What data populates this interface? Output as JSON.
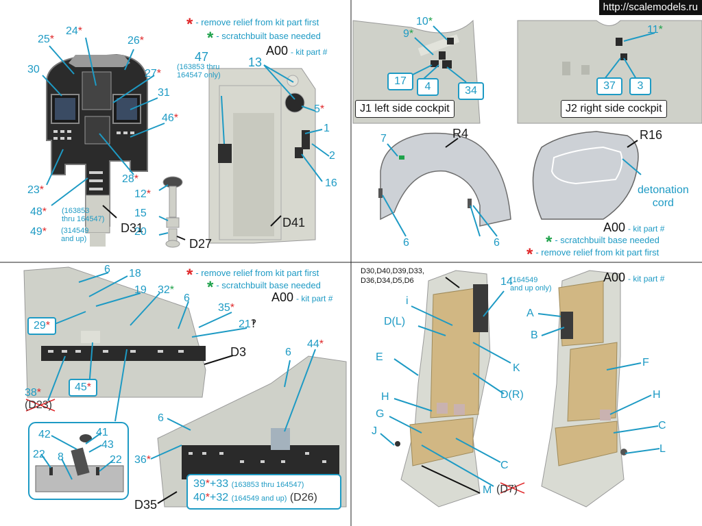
{
  "watermark": "http://scalemodels.ru",
  "legend": {
    "remove_relief": "- remove relief from kit part first",
    "scratchbuilt": "- scratchbuilt base needed",
    "kit_code": "A00",
    "kit_part": "- kit part #"
  },
  "q1": {
    "l24": "24",
    "l25": "25",
    "l26": "26",
    "l30": "30",
    "l27": "27",
    "l31": "31",
    "l46": "46",
    "l28": "28",
    "l23": "23",
    "l48": "48",
    "l48_r1": "(163853",
    "l48_r2": "thru 164547)",
    "l49": "49",
    "l49_r1": "(314549",
    "l49_r2": "and up)",
    "d31": "D31",
    "l12": "12",
    "l15": "15",
    "l20": "20",
    "d27": "D27",
    "l47": "47",
    "l47_r1": "(163853 thru",
    "l47_r2": "164547 only)",
    "l13": "13",
    "l5": "5",
    "l1": "1",
    "l2": "2",
    "l16": "16",
    "d41": "D41"
  },
  "q2": {
    "l10": "10",
    "l9": "9",
    "b17": "17",
    "b4": "4",
    "b34": "34",
    "j1_caption": "J1 left side cockpit",
    "l11": "11",
    "b37": "37",
    "b3": "3",
    "j2_caption": "J2  right side cockpit",
    "l7": "7",
    "r4": "R4",
    "r16": "R16",
    "det1": "detonation",
    "det2": "cord",
    "l6a": "6",
    "l6b": "6"
  },
  "q3": {
    "l6a": "6",
    "l18": "18",
    "l19": "19",
    "l32": "32",
    "l6b": "6",
    "l35": "35",
    "l21": "21",
    "b29": "29",
    "d3": "D3",
    "b45": "45",
    "l38": "38",
    "d23": "(D23)",
    "l44": "44",
    "l6c": "6",
    "l6d": "6",
    "l36": "36",
    "d35": "D35",
    "l42": "42",
    "l41": "41",
    "l43": "43",
    "l22a": "22",
    "l8": "8",
    "l22b": "22",
    "v1a": "39",
    "v1b": "+33",
    "v1c": "(163853 thru 164547)",
    "v2a": "40",
    "v2b": "+32",
    "v2c": "(164549 and up)",
    "v2d": "(D26)"
  },
  "q4": {
    "parts1": "D30,D40,D39,D33,",
    "parts2": "D36,D34,D5,D6",
    "l14": "14",
    "l14_r1": "(164549",
    "l14_r2": "and up only)",
    "li": "i",
    "dl": "D(L)",
    "e": "E",
    "k": "K",
    "h1": "H",
    "dr": "D(R)",
    "g": "G",
    "j": "J",
    "c1": "C",
    "m": "M",
    "d7": "(D7)",
    "a": "A",
    "b": "B",
    "f": "F",
    "h2": "H",
    "c2": "C",
    "l": "L"
  }
}
